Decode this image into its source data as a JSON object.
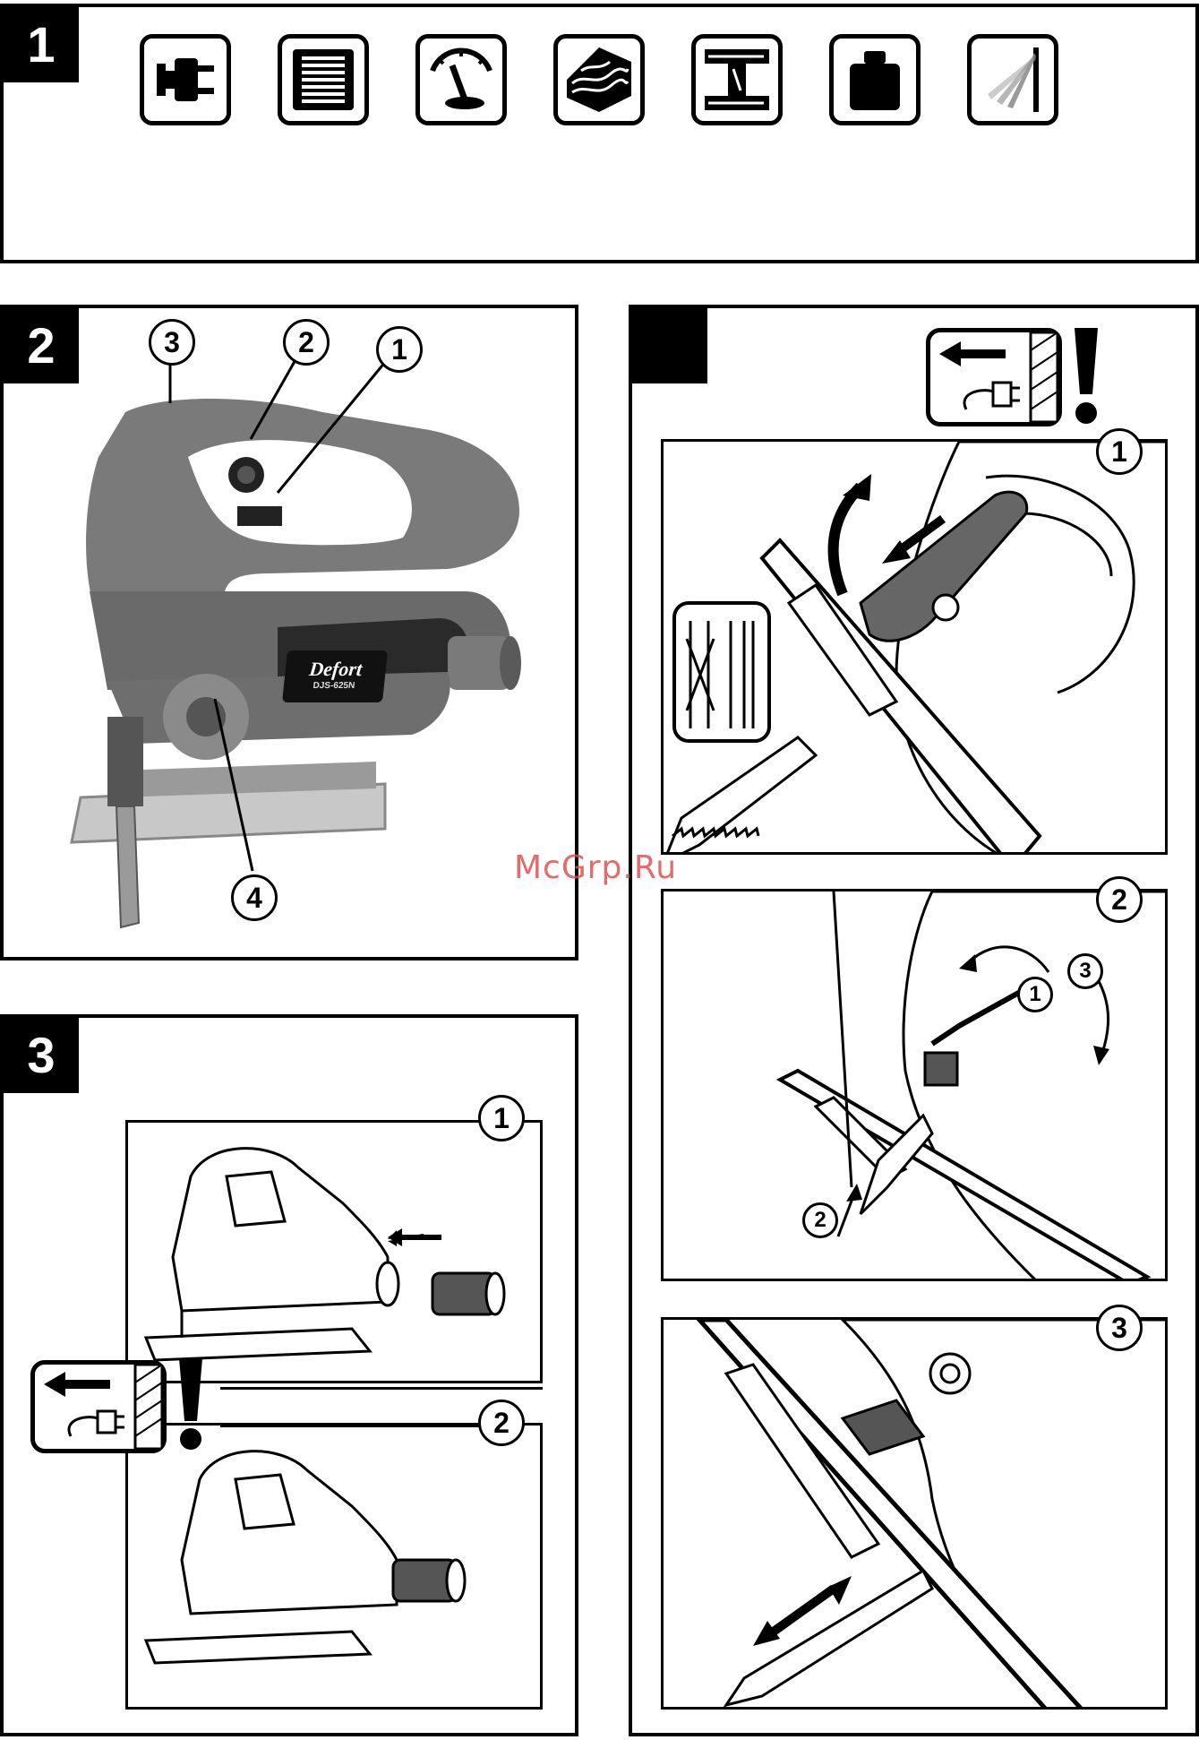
{
  "sections": {
    "s1": {
      "label": "1"
    },
    "s2": {
      "label": "2"
    },
    "s3": {
      "label": "3"
    },
    "s4": {
      "label": ""
    }
  },
  "spec_icons": [
    {
      "name": "power-plug-icon"
    },
    {
      "name": "motor-icon"
    },
    {
      "name": "speed-gauge-icon"
    },
    {
      "name": "wood-cut-icon"
    },
    {
      "name": "metal-profile-icon"
    },
    {
      "name": "weight-icon"
    },
    {
      "name": "pendulum-stroke-icon"
    }
  ],
  "product": {
    "brand": "Defort",
    "model": "DJS-625N"
  },
  "s2_callouts": [
    "3",
    "2",
    "1",
    "4"
  ],
  "s3_steps": [
    "1",
    "2"
  ],
  "s4_steps": [
    "1",
    "2",
    "3"
  ],
  "s4_step2_sub": [
    "1",
    "3",
    "2"
  ],
  "watermark": "McGrp.Ru",
  "colors": {
    "ink": "#000000",
    "tool_grey": "#6e6e6e",
    "watermark": "#e0524f"
  }
}
